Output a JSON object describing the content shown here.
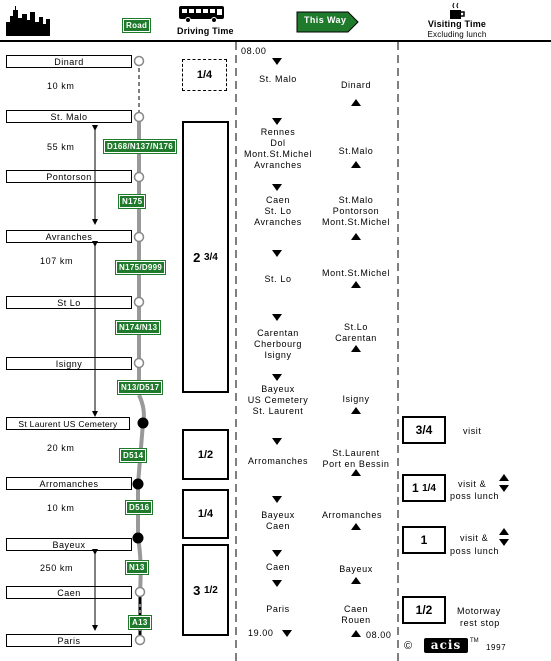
{
  "header": {
    "road_label": "Road",
    "driving_time_label": "Driving Time",
    "this_way_label": "This Way",
    "visiting_time_label": "Visiting Time",
    "excluding_lunch_label": "Excluding lunch"
  },
  "towns": [
    "Dinard",
    "St. Malo",
    "Pontorson",
    "Avranches",
    "St Lo",
    "Isigny",
    "St Laurent US Cemetery",
    "Arromanches",
    "Bayeux",
    "Caen",
    "Paris"
  ],
  "distances": [
    "10 km",
    "55 km",
    "107 km",
    "20 km",
    "10 km",
    "250 km"
  ],
  "roads": [
    "D168/N137/N176",
    "N175",
    "N175/D999",
    "N174/N13",
    "N13/D517",
    "D514",
    "D516",
    "N13",
    "A13"
  ],
  "driving_times": {
    "t1": {
      "whole": "1/4",
      "frac": ""
    },
    "t2": {
      "whole": "2",
      "frac": "3/4"
    },
    "t3": {
      "whole": "1/2",
      "frac": ""
    },
    "t4": {
      "whole": "1/4",
      "frac": ""
    },
    "t5": {
      "whole": "3",
      "frac": "1/2"
    }
  },
  "route_out": {
    "start_time": "08.00",
    "s1": "St. Malo",
    "s2": [
      "Rennes",
      "Dol",
      "Mont.St.Michel",
      "Avranches"
    ],
    "s3": [
      "Caen",
      "St. Lo",
      "Avranches"
    ],
    "s4": "St. Lo",
    "s5": [
      "Carentan",
      "Cherbourg",
      "Isigny"
    ],
    "s6": [
      "Bayeux",
      "US Cemetery",
      "St. Laurent"
    ],
    "s7": "Arromanches",
    "s8": [
      "Bayeux",
      "Caen"
    ],
    "s9": "Caen",
    "s10": "Paris",
    "end_time": "19.00"
  },
  "route_back": {
    "r1": "Dinard",
    "r2": "St.Malo",
    "r3": [
      "St.Malo",
      "Pontorson",
      "Mont.St.Michel"
    ],
    "r4": "Mont.St.Michel",
    "r5": [
      "St.Lo",
      "Carentan"
    ],
    "r6": "Isigny",
    "r7": [
      "St.Laurent",
      "Port en Bessin"
    ],
    "r8": "Arromanches",
    "r9": "Bayeux",
    "r10": [
      "Caen",
      "Rouen"
    ],
    "end_time": "08.00"
  },
  "visits": [
    {
      "time_whole": "3/4",
      "time_frac": "",
      "label": "visit",
      "label2": ""
    },
    {
      "time_whole": "1",
      "time_frac": "1/4",
      "label": "visit &",
      "label2": "poss lunch"
    },
    {
      "time_whole": "1",
      "time_frac": "",
      "label": "visit &",
      "label2": "poss lunch"
    },
    {
      "time_whole": "1/2",
      "time_frac": "",
      "label": "Motorway",
      "label2": "rest stop"
    }
  ],
  "footer": {
    "copyright": "©",
    "brand": "acis",
    "tm": "TM",
    "year": "1997"
  }
}
